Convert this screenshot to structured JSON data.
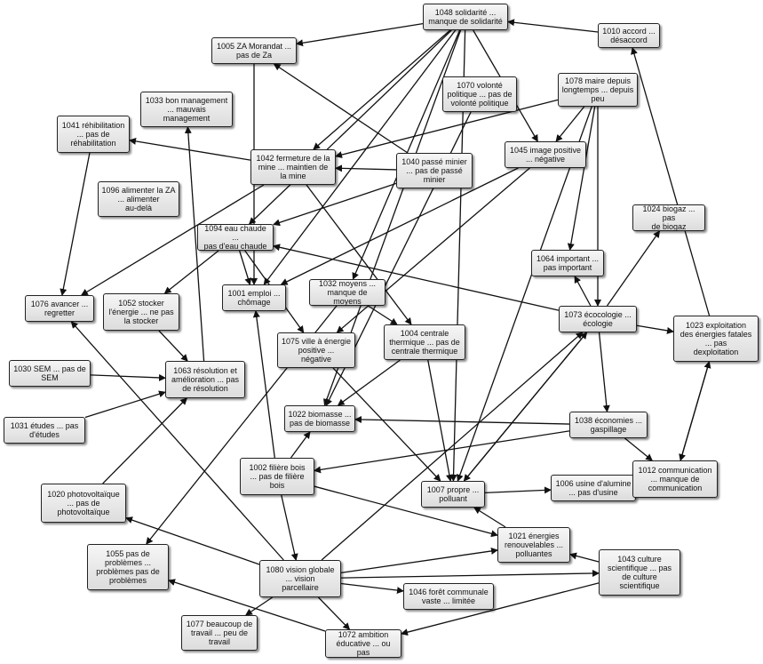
{
  "nodes": {
    "n1048": {
      "label": "1048 solidarité ...\nmanque de solidarité"
    },
    "n1010": {
      "label": "1010 accord ...\ndésaccord"
    },
    "n1005": {
      "label": "1005 ZA Morandat ...\npas de Za"
    },
    "n1070": {
      "label": "1070 volonté\npolitique ... pas de\nvolonté politique"
    },
    "n1078": {
      "label": "1078 maire depuis\nlongtemps ... depuis\npeu"
    },
    "n1033": {
      "label": "1033 bon management\n... mauvais\nmanagement"
    },
    "n1041": {
      "label": "1041 réhibilitation\n... pas de\nréhabilitation"
    },
    "n1042": {
      "label": "1042 fermeture de la\nmine ... maintien de\nla mine"
    },
    "n1045": {
      "label": "1045 image positive\n... négative"
    },
    "n1040": {
      "label": "1040 passé minier\n... pas de passé\nminier"
    },
    "n1096": {
      "label": "1096 alimenter la ZA\n... alimenter\nau-delà"
    },
    "n1024": {
      "label": "1024 biogaz ... pas\nde biogaz"
    },
    "n1094": {
      "label": "1094 eau chaude ...\npas d'eau chaude"
    },
    "n1064": {
      "label": "1064 important ...\npas important"
    },
    "n1001": {
      "label": "1001 emploi ...\nchômage"
    },
    "n1032": {
      "label": "1032 moyens ...\nmanque de moyens"
    },
    "n1076": {
      "label": "1076 avancer ...\nregretter"
    },
    "n1052": {
      "label": "1052 stocker\nl'énergie ... ne pas\nla stocker"
    },
    "n1073": {
      "label": "1073 écocologie ...\nécologie"
    },
    "n1023": {
      "label": "1023 exploitation\ndes énergies fatales\n... pas\ndexploitation"
    },
    "n1075": {
      "label": "1075 ville à énergie\npositive ...\nnégative"
    },
    "n1004": {
      "label": "1004 centrale\nthermique ... pas de\ncentrale thermique"
    },
    "n1030": {
      "label": "1030 SEM ... pas de\nSEM"
    },
    "n1063": {
      "label": "1063 résolution et\namélioration ... pas\nde résolution"
    },
    "n1031": {
      "label": "1031 études ... pas\nd'études"
    },
    "n1022": {
      "label": "1022 biomasse ...\npas de biomasse"
    },
    "n1038": {
      "label": "1038 économies ...\ngaspillage"
    },
    "n1002": {
      "label": "1002 filière bois\n... pas de filière\nbois"
    },
    "n1006": {
      "label": "1006 usine d'alumine\n... pas d'usine"
    },
    "n1012": {
      "label": "1012 communication\n... manque de\ncommunication"
    },
    "n1020": {
      "label": "1020 photovoltaïque\n... pas de\nphotovoltaïque"
    },
    "n1007": {
      "label": "1007 propre ...\npolluant"
    },
    "n1021": {
      "label": "1021 énergies\nrenouvelables ...\npolluantes"
    },
    "n1055": {
      "label": "1055  pas de\nproblèmes ...\nproblèmes pas de\nproblèmes"
    },
    "n1080": {
      "label": "1080 vision globale\n... vision\nparcellaire"
    },
    "n1043": {
      "label": "1043 culture\nscientifique ... pas\nde culture\nscientifique"
    },
    "n1046": {
      "label": "1046 forêt communale\nvaste ... limitée"
    },
    "n1077": {
      "label": "1077 beaucoup de\ntravail ... peu de\ntravail"
    },
    "n1072": {
      "label": "1072 ambition\néducative ... ou pas"
    }
  },
  "edges": [
    [
      "n1010",
      "n1048"
    ],
    [
      "n1048",
      "n1005"
    ],
    [
      "n1048",
      "n1045"
    ],
    [
      "n1048",
      "n1042"
    ],
    [
      "n1048",
      "n1001"
    ],
    [
      "n1048",
      "n1094"
    ],
    [
      "n1048",
      "n1032"
    ],
    [
      "n1048",
      "n1022"
    ],
    [
      "n1048",
      "n1007"
    ],
    [
      "n1070",
      "n1022"
    ],
    [
      "n1078",
      "n1042"
    ],
    [
      "n1078",
      "n1045"
    ],
    [
      "n1078",
      "n1064"
    ],
    [
      "n1078",
      "n1073"
    ],
    [
      "n1078",
      "n1007"
    ],
    [
      "n1040",
      "n1005"
    ],
    [
      "n1040",
      "n1042"
    ],
    [
      "n1040",
      "n1094"
    ],
    [
      "n1005",
      "n1001"
    ],
    [
      "n1042",
      "n1041"
    ],
    [
      "n1042",
      "n1004"
    ],
    [
      "n1042",
      "n1076"
    ],
    [
      "n1041",
      "n1076"
    ],
    [
      "n1045",
      "n1001"
    ],
    [
      "n1045",
      "n1075"
    ],
    [
      "n1094",
      "n1052"
    ],
    [
      "n1094",
      "n1001"
    ],
    [
      "n1063",
      "n1033"
    ],
    [
      "n1052",
      "n1063"
    ],
    [
      "n1030",
      "n1063"
    ],
    [
      "n1031",
      "n1063"
    ],
    [
      "n1094",
      "n1075"
    ],
    [
      "n1073",
      "n1094"
    ],
    [
      "n1073",
      "n1064"
    ],
    [
      "n1073",
      "n1024"
    ],
    [
      "n1073",
      "n1023"
    ],
    [
      "n1073",
      "n1038"
    ],
    [
      "n1023",
      "n1010"
    ],
    [
      "n1038",
      "n1012"
    ],
    [
      "n1012",
      "n1023"
    ],
    [
      "n1023",
      "n1012"
    ],
    [
      "n1038",
      "n1022"
    ],
    [
      "n1038",
      "n1002"
    ],
    [
      "n1004",
      "n1022"
    ],
    [
      "n1004",
      "n1007"
    ],
    [
      "n1075",
      "n1007"
    ],
    [
      "n1032",
      "n1004"
    ],
    [
      "n1002",
      "n1022"
    ],
    [
      "n1002",
      "n1001"
    ],
    [
      "n1002",
      "n1021"
    ],
    [
      "n1002",
      "n1080"
    ],
    [
      "n1007",
      "n1006"
    ],
    [
      "n1007",
      "n1073"
    ],
    [
      "n1073",
      "n1007"
    ],
    [
      "n1021",
      "n1007"
    ],
    [
      "n1080",
      "n1076"
    ],
    [
      "n1080",
      "n1020"
    ],
    [
      "n1080",
      "n1021"
    ],
    [
      "n1080",
      "n1046"
    ],
    [
      "n1080",
      "n1072"
    ],
    [
      "n1080",
      "n1073"
    ],
    [
      "n1080",
      "n1077"
    ],
    [
      "n1080",
      "n1043"
    ],
    [
      "n1043",
      "n1021"
    ],
    [
      "n1043",
      "n1072"
    ],
    [
      "n1072",
      "n1055"
    ],
    [
      "n1020",
      "n1063"
    ],
    [
      "n1032",
      "n1055"
    ]
  ]
}
